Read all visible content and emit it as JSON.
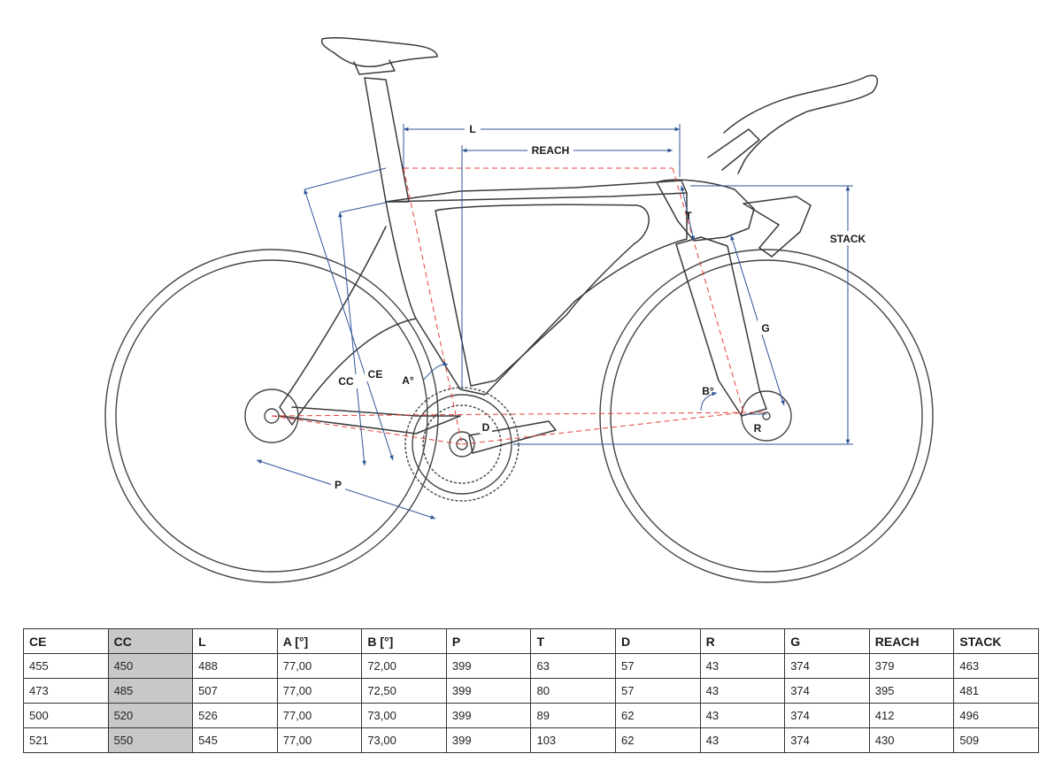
{
  "diagram": {
    "labels": {
      "L": "L",
      "REACH": "REACH",
      "STACK": "STACK",
      "T": "T",
      "G": "G",
      "CC": "CC",
      "CE": "CE",
      "A": "A°",
      "B": "B°",
      "D": "D",
      "R": "R",
      "P": "P"
    },
    "colors": {
      "frame": "#3a3a3a",
      "dimension": "#2f5597",
      "reference": "#e8413c"
    }
  },
  "table": {
    "headers": [
      "CE",
      "CC",
      "L",
      "A [°]",
      "B [°]",
      "P",
      "T",
      "D",
      "R",
      "G",
      "REACH",
      "STACK"
    ],
    "highlight_column": 1,
    "rows": [
      [
        "455",
        "450",
        "488",
        "77,00",
        "72,00",
        "399",
        "63",
        "57",
        "43",
        "374",
        "379",
        "463"
      ],
      [
        "473",
        "485",
        "507",
        "77,00",
        "72,50",
        "399",
        "80",
        "57",
        "43",
        "374",
        "395",
        "481"
      ],
      [
        "500",
        "520",
        "526",
        "77,00",
        "73,00",
        "399",
        "89",
        "62",
        "43",
        "374",
        "412",
        "496"
      ],
      [
        "521",
        "550",
        "545",
        "77,00",
        "73,00",
        "399",
        "103",
        "62",
        "43",
        "374",
        "430",
        "509"
      ]
    ]
  }
}
